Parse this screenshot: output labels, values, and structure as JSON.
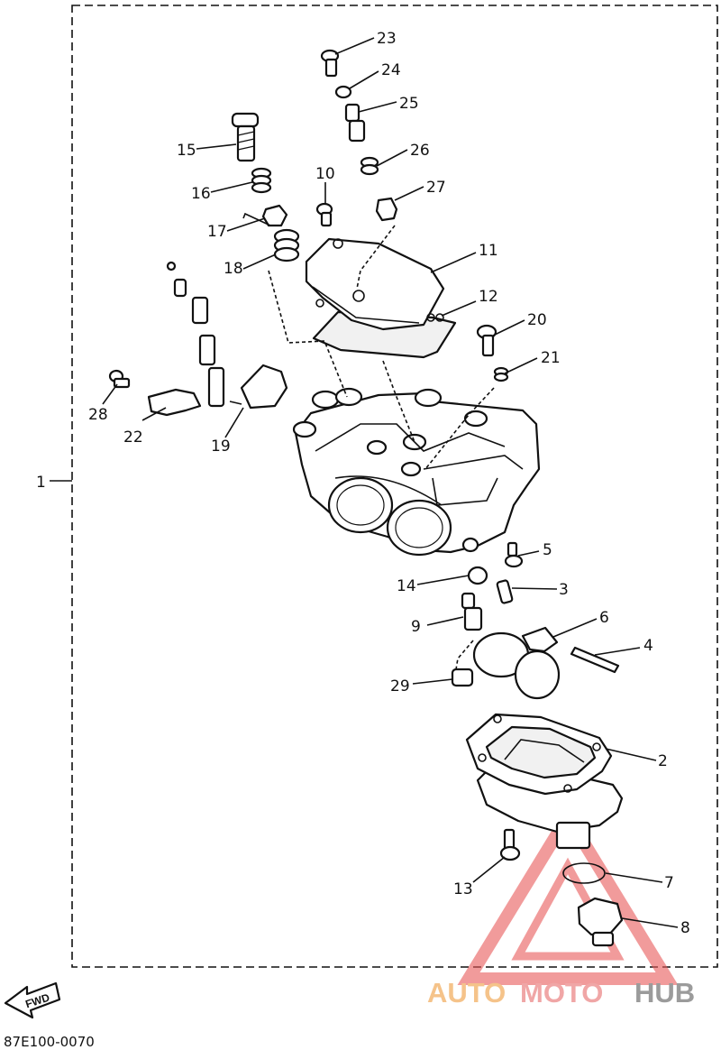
{
  "diagram": {
    "labels": [
      "1",
      "2",
      "3",
      "4",
      "5",
      "6",
      "7",
      "8",
      "9",
      "10",
      "11",
      "12",
      "13",
      "14",
      "15",
      "16",
      "17",
      "18",
      "19",
      "20",
      "21",
      "22",
      "23",
      "24",
      "25",
      "26",
      "27",
      "28",
      "29"
    ],
    "reference_code": "87E100-0070",
    "fwd_arrow_text": "FWD"
  },
  "watermark": {
    "part_a": "AUTO",
    "part_b": "MOTO",
    "part_c": "HUB",
    "colors": {
      "auto": "#f5c38a",
      "moto": "#f0a6a6",
      "hub": "#9b9b9b",
      "triangle": "#e85a5a"
    }
  }
}
